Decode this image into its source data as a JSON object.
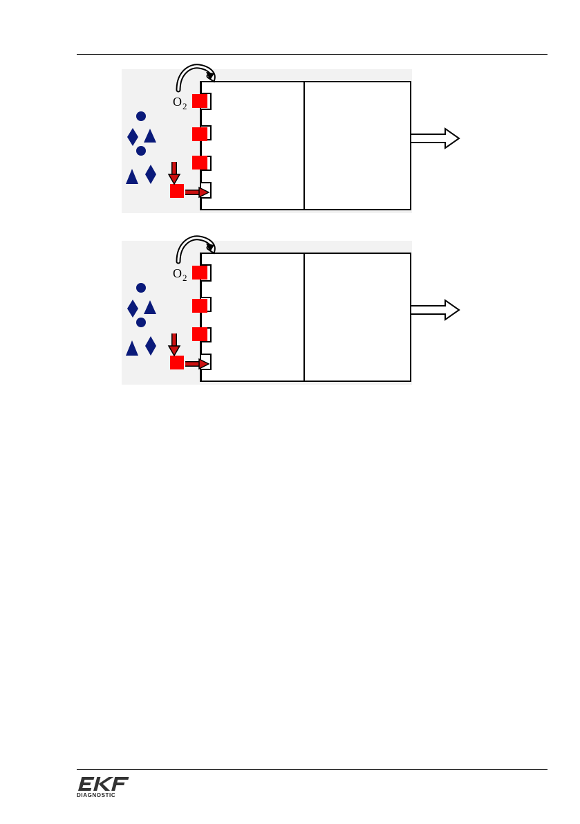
{
  "page": {
    "number": ""
  },
  "figure": {
    "panels": [
      {
        "oxygen_label": "O",
        "oxygen_subscript": "2"
      },
      {
        "oxygen_label": "O",
        "oxygen_subscript": "2"
      }
    ],
    "colors": {
      "sensor_red": "#ff0000",
      "molecule_blue": "#0a1a7a",
      "arrow_red": "#cc1010",
      "outline": "#000000"
    }
  },
  "footer": {
    "logo_letters": "EKF",
    "logo_subtitle": "DIAGNOSTIC"
  }
}
